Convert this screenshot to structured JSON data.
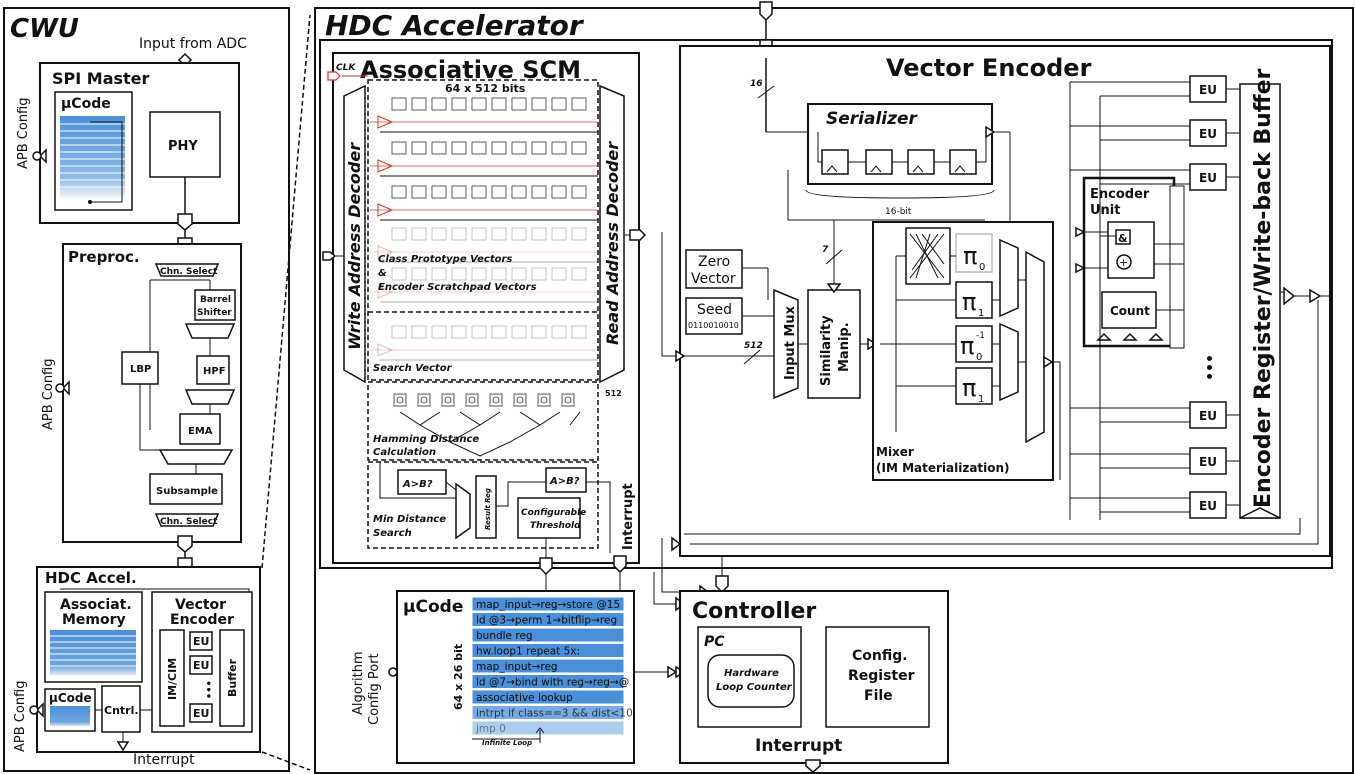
{
  "cwu": {
    "title": "CWU",
    "input_from_adc": "Input from ADC",
    "spi_master": "SPI Master",
    "ucode": "µCode",
    "phy": "PHY",
    "apb_config_1": "APB Config",
    "apb_config_2": "APB Config",
    "apb_config_3": "APB Config",
    "preproc": "Preproc.",
    "chn_select_1": "Chn. Select",
    "barrel": "Barrel",
    "shifter": "Shifter",
    "lbp": "LBP",
    "hpf": "HPF",
    "ema": "EMA",
    "subsample": "Subsample",
    "chn_select_2": "Chn. Select",
    "hdc_accel": "HDC Accel.",
    "associat": "Associat.",
    "memory": "Memory",
    "vector": "Vector",
    "encoder": "Encoder",
    "im_cim": "IM/CIM",
    "eu": "EU",
    "dots": "•••",
    "buffer": "Buffer",
    "ucode_small": "µCode",
    "cntrl": "Cntrl.",
    "interrupt": "Interrupt"
  },
  "hdc": {
    "title": "HDC Accelerator",
    "scm": {
      "title": "Associative SCM",
      "clk": "CLK",
      "bits": "64 x 512 bits",
      "write_decoder": "Write Address Decoder",
      "read_decoder": "Read Address Decoder",
      "class_proto": "Class Prototype Vectors",
      "amp": "&",
      "scratchpad": "Encoder Scratchpad Vectors",
      "search": "Search Vector",
      "w512": "512",
      "hamming_1": "Hamming Distance",
      "hamming_2": "Calculation",
      "a_gt_b_1": "A>B?",
      "a_gt_b_2": "A>B?",
      "result_reg": "Result Reg",
      "min_1": "Min Distance",
      "min_2": "Search",
      "config_1": "Configurable",
      "config_2": "Threshold",
      "interrupt": "Interrupt"
    },
    "encoder": {
      "title": "Vector Encoder",
      "w16": "16",
      "serializer": "Serializer",
      "bit16": "16-bit",
      "w7": "7",
      "w512": "512",
      "zero_1": "Zero",
      "zero_2": "Vector",
      "seed": "Seed",
      "seed_bits": "0110010010",
      "input_mux": "Input Mux",
      "similarity_1": "Similarity",
      "similarity_2": "Manip.",
      "pi": "π",
      "sub0": "0",
      "sub1": "1",
      "sup_neg1": "-1",
      "mixer_1": "Mixer",
      "mixer_2": "(IM Materialization)",
      "encoder_unit_1": "Encoder",
      "encoder_unit_2": "Unit",
      "and": "&",
      "xor": "+",
      "count": "Count",
      "eu": "EU",
      "dots": "•••",
      "buffer": "Encoder Register/Write-back Buffer"
    },
    "ucode": {
      "title": "µCode",
      "algo_1": "Algorithm",
      "algo_2": "Config Port",
      "size": "64 x 26 bit",
      "lines": [
        "map_input→reg→store @15",
        "ld @3→perm 1→bitflip→reg",
        "bundle reg",
        "hw.loop1 repeat 5x:",
        "  map_input→reg",
        "  ld @7→bind with reg→reg→@",
        "associative lookup",
        "intrpt if class==3 && dist<10",
        "jmp 0"
      ],
      "infinite_loop": "Infinite Loop"
    },
    "controller": {
      "title": "Controller",
      "pc": "PC",
      "hw_loop_1": "Hardware",
      "hw_loop_2": "Loop Counter",
      "config_1": "Config.",
      "config_2": "Register",
      "config_3": "File",
      "interrupt": "Interrupt"
    }
  }
}
